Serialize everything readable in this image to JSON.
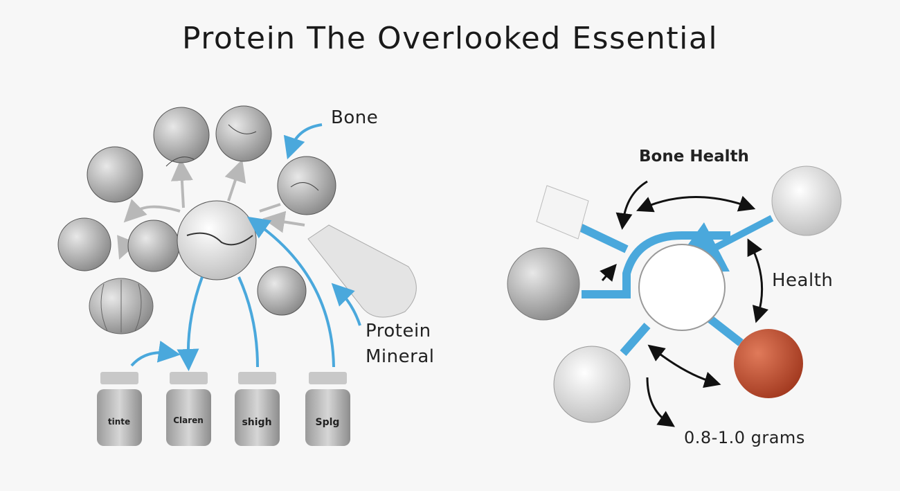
{
  "title": "Protein The Overlooked Essential",
  "left_panel": {
    "labels": {
      "bone": "Bone",
      "protein": "Protein",
      "mineral": "Mineral"
    },
    "jars": [
      "tinte",
      "Claren",
      "shigh",
      "Splg"
    ]
  },
  "right_panel": {
    "labels": {
      "bone_health": "Bone Health",
      "health": "Health",
      "dosage": "0.8-1.0 grams"
    }
  },
  "colors": {
    "accent_blue": "#4aa8dc",
    "red_sphere": "#c0492e",
    "arrow_grey": "#b8b8b8"
  }
}
